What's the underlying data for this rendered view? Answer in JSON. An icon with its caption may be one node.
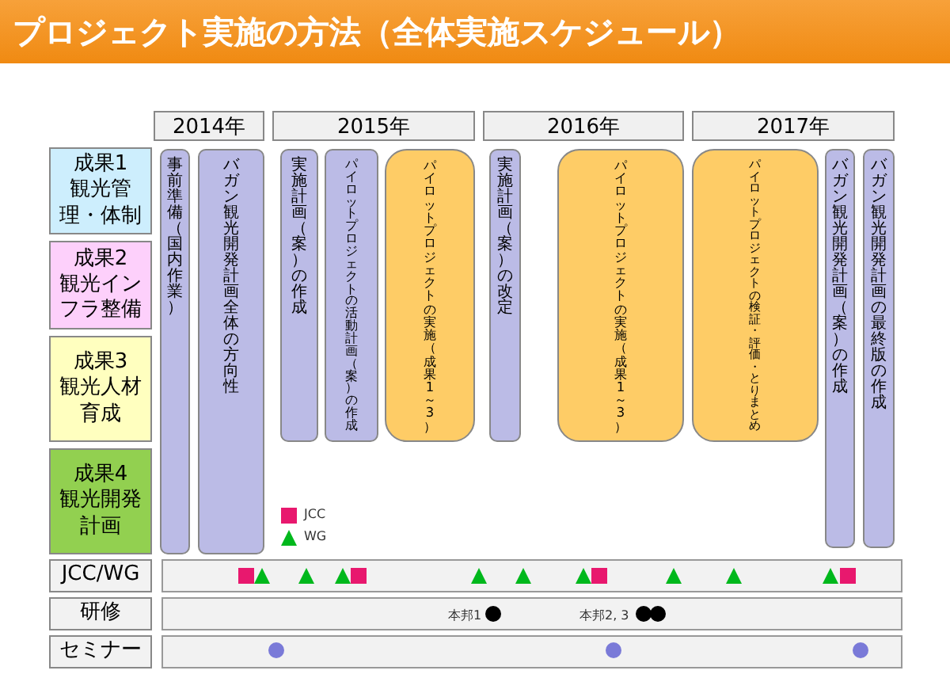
{
  "diagram": {
    "title": "プロジェクト実施の方法（全体実施スケジュール）",
    "nodes": [
      {
        "text": [
          "2014年"
        ]
      },
      {
        "text": [
          "2015年"
        ]
      },
      {
        "text": [
          "2016年"
        ]
      },
      {
        "text": [
          "2017年"
        ]
      },
      {
        "text": [
          "成果1",
          "観光管理・体制"
        ]
      },
      {
        "text": [
          "成果2",
          "観光インフラ整備"
        ]
      },
      {
        "text": [
          "成果3",
          "観光人材育成"
        ]
      },
      {
        "text": [
          "成果4",
          "観光開発計画"
        ]
      },
      {
        "text": [
          "事前準備（国内作業）"
        ]
      },
      {
        "text": [
          "バガン観光開発計画全体の方向性"
        ]
      },
      {
        "text": [
          "実施計画（案）の作成"
        ]
      },
      {
        "text": [
          "パイロットプロジェクトの活動計画（案）の作成"
        ]
      },
      {
        "text": [
          "パイロットプロジェクトの実施（成果1～3）"
        ]
      },
      {
        "text": [
          "実施計画（案）の改定"
        ]
      },
      {
        "text": [
          "パイロットプロジェクトの実施（成果1～3）"
        ]
      },
      {
        "text": [
          "パイロットプロジェクトの検証・評価・とりまとめ"
        ]
      },
      {
        "text": [
          "バガン観光開発計画（案）の作成"
        ]
      },
      {
        "text": [
          "バガン観光開発計画の最終版の作成"
        ]
      },
      {
        "text": [
          "JCC/WG"
        ]
      },
      {
        "text": [
          "研修"
        ]
      },
      {
        "text": [
          "セミナー"
        ]
      }
    ],
    "labels": [
      "本邦1",
      "本邦2, 3"
    ],
    "legend": [
      {
        "text": "JCC"
      },
      {
        "text": "WG"
      }
    ]
  }
}
